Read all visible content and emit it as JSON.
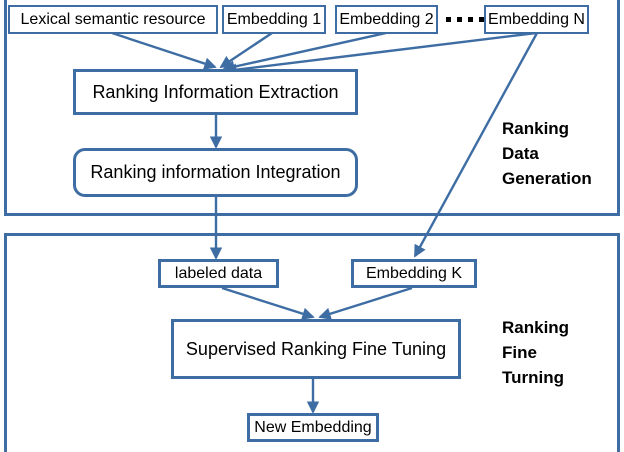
{
  "diagram": {
    "title": "Ranking Data Generation and Ranking Fine Turning pipeline",
    "accent_color": "#3E6DA3",
    "sections": [
      {
        "id": "ranking-data-generation",
        "label_lines": [
          "Ranking",
          "Data",
          "Generation"
        ]
      },
      {
        "id": "ranking-fine-turning",
        "label_lines": [
          "Ranking",
          "Fine",
          "Turning"
        ]
      }
    ],
    "nodes": {
      "lexical_semantic_resource": "Lexical semantic resource",
      "embedding_1": "Embedding 1",
      "embedding_2": "Embedding 2",
      "embedding_ellipsis": "▪ ▪ ▪ ▪",
      "embedding_n": "Embedding N",
      "ranking_information_extraction": "Ranking Information Extraction",
      "ranking_information_integration": "Ranking information Integration",
      "labeled_data": "labeled data",
      "embedding_k": "Embedding  K",
      "supervised_ranking_fine_tuning": "Supervised Ranking Fine Tuning",
      "new_embedding": "New Embedding"
    },
    "edges": [
      {
        "from": "lexical_semantic_resource",
        "to": "ranking_information_extraction"
      },
      {
        "from": "embedding_1",
        "to": "ranking_information_extraction"
      },
      {
        "from": "embedding_2",
        "to": "ranking_information_extraction"
      },
      {
        "from": "embedding_n",
        "to": "ranking_information_extraction"
      },
      {
        "from": "ranking_information_extraction",
        "to": "ranking_information_integration"
      },
      {
        "from": "ranking_information_integration",
        "to": "labeled_data"
      },
      {
        "from": "embedding_n",
        "to": "embedding_k"
      },
      {
        "from": "labeled_data",
        "to": "supervised_ranking_fine_tuning"
      },
      {
        "from": "embedding_k",
        "to": "supervised_ranking_fine_tuning"
      },
      {
        "from": "supervised_ranking_fine_tuning",
        "to": "new_embedding"
      }
    ]
  }
}
